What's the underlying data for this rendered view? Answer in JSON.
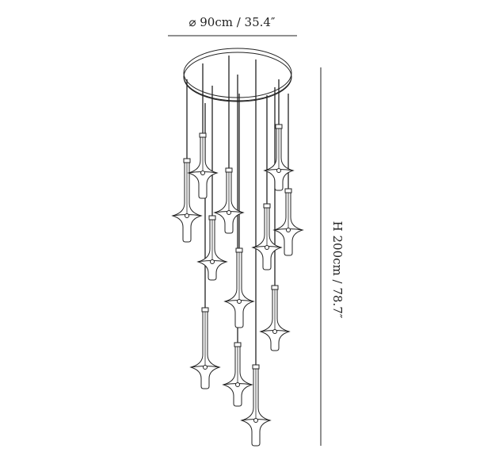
{
  "diagram": {
    "diameter_label": "⌀ 90cm / 35.4″",
    "height_label": "H 200cm / 78.7″",
    "pendant_count": 12,
    "line_color": "#222222"
  }
}
